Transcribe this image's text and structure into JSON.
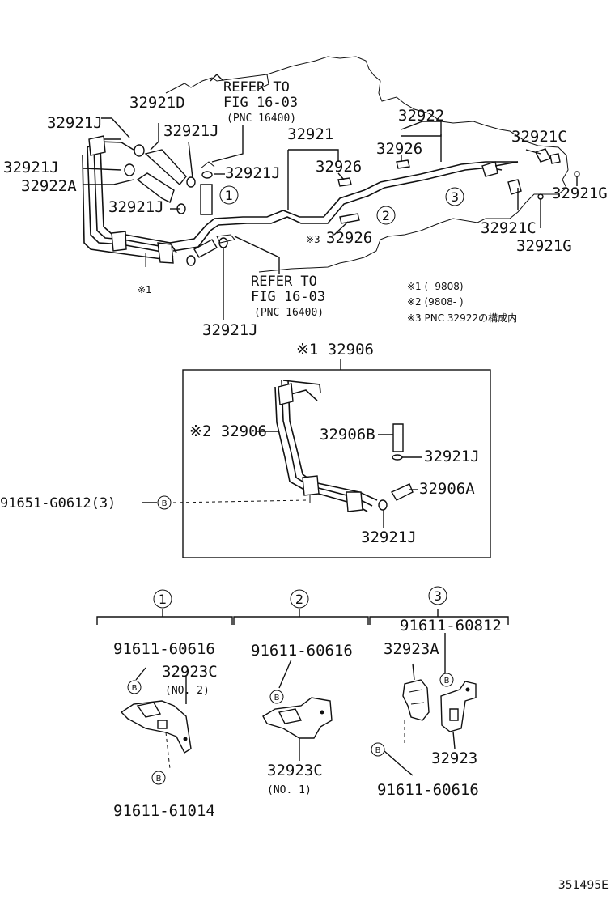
{
  "labels": {
    "p32921D": "32921D",
    "p32921J_a": "32921J",
    "p32921J_b": "32921J",
    "p32921J_c": "32921J",
    "p32921J_d": "32921J",
    "p32921J_e": "32921J",
    "p32921J_f": "32921J",
    "p32922A": "32922A",
    "p32921": "32921",
    "p32922": "32922",
    "p32926_a": "32926",
    "p32926_b": "32926",
    "p32926_c": "32926",
    "p32921C_a": "32921C",
    "p32921C_b": "32921C",
    "p32921G_a": "32921G",
    "p32921G_b": "32921G",
    "mark1_top": "※1",
    "mark3": "※3",
    "refer1_l1": "REFER TO",
    "refer1_l2": "FIG 16-03",
    "refer1_l3": "(PNC 16400)",
    "refer2_l1": "REFER TO",
    "refer2_l2": "FIG 16-03",
    "refer2_l3": "(PNC 16400)",
    "legend1": "※1 (      -9808)",
    "legend2": "※2 (9808-      )",
    "legend3": "※3 PNC 32922の構成内",
    "p32906_top": "※1 32906",
    "p32906_inner": "※2 32906",
    "p32906B": "32906B",
    "p32921J_box1": "32921J",
    "p32906A": "32906A",
    "p32921J_box2": "32921J",
    "bolt_91651": "91651-G0612(3)",
    "g1_num": "1",
    "g2_num": "2",
    "g3_num": "3",
    "g1_bolt_top": "91611-60616",
    "g1_bracket": "32923C",
    "g1_bracket_no": "(NO. 2)",
    "g1_bolt_bottom": "91611-61014",
    "g2_bolt": "91611-60616",
    "g2_bracket": "32923C",
    "g2_bracket_no": "(NO. 1)",
    "g3_bolt_top": "91611-60812",
    "g3_bracket_a": "32923A",
    "g3_bracket": "32923",
    "g3_bolt_bottom": "91611-60616",
    "b_mark": "B",
    "circ1": "1",
    "circ2": "2",
    "circ3": "3",
    "diagram_code": "351495E"
  }
}
